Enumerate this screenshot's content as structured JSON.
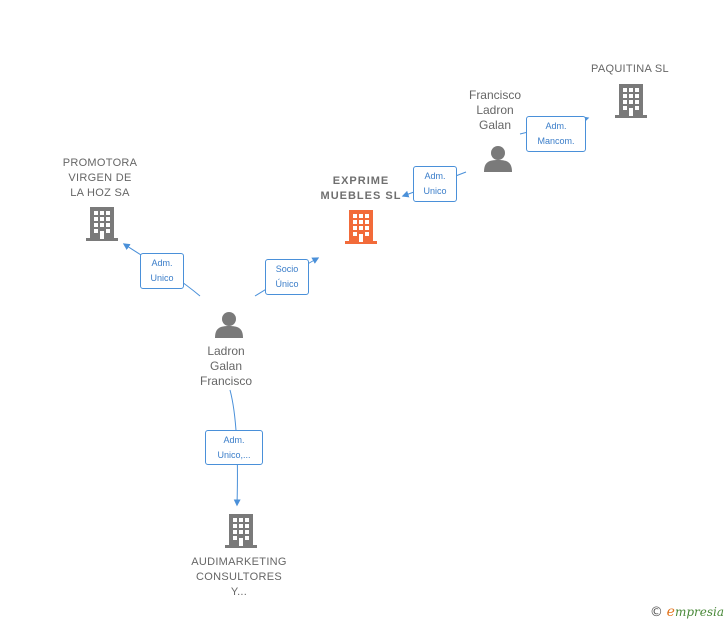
{
  "colors": {
    "edge": "#4a90d9",
    "company_icon": "#7a7a7a",
    "main_company_icon": "#f26b3a",
    "person_icon": "#7a7a7a"
  },
  "nodes": {
    "paquitina": {
      "label": "PAQUITINA  SL",
      "icon": "building-icon"
    },
    "promotora": {
      "label": "PROMOTORA\nVIRGEN DE\nLA HOZ SA",
      "icon": "building-icon"
    },
    "exprime": {
      "label": "EXPRIME\nMUEBLES  SL",
      "icon": "building-icon"
    },
    "audimarketing": {
      "label": "AUDIMARKETING\nCONSULTORES\nY...",
      "icon": "building-icon"
    },
    "francisco": {
      "label": "Francisco\nLadron\nGalan",
      "icon": "person-icon"
    },
    "ladron": {
      "label": "Ladron\nGalan\nFrancisco",
      "icon": "person-icon"
    }
  },
  "edges": {
    "francisco_paquitina": "Adm.\nMancom.",
    "francisco_exprime": "Adm.\nUnico",
    "ladron_promotora": "Adm.\nUnico",
    "ladron_exprime": "Socio\nÚnico",
    "ladron_audimarketing": "Adm.\nUnico,..."
  },
  "footer": {
    "copyright": "©",
    "brand_initial": "e",
    "brand_rest": "mpresia"
  }
}
